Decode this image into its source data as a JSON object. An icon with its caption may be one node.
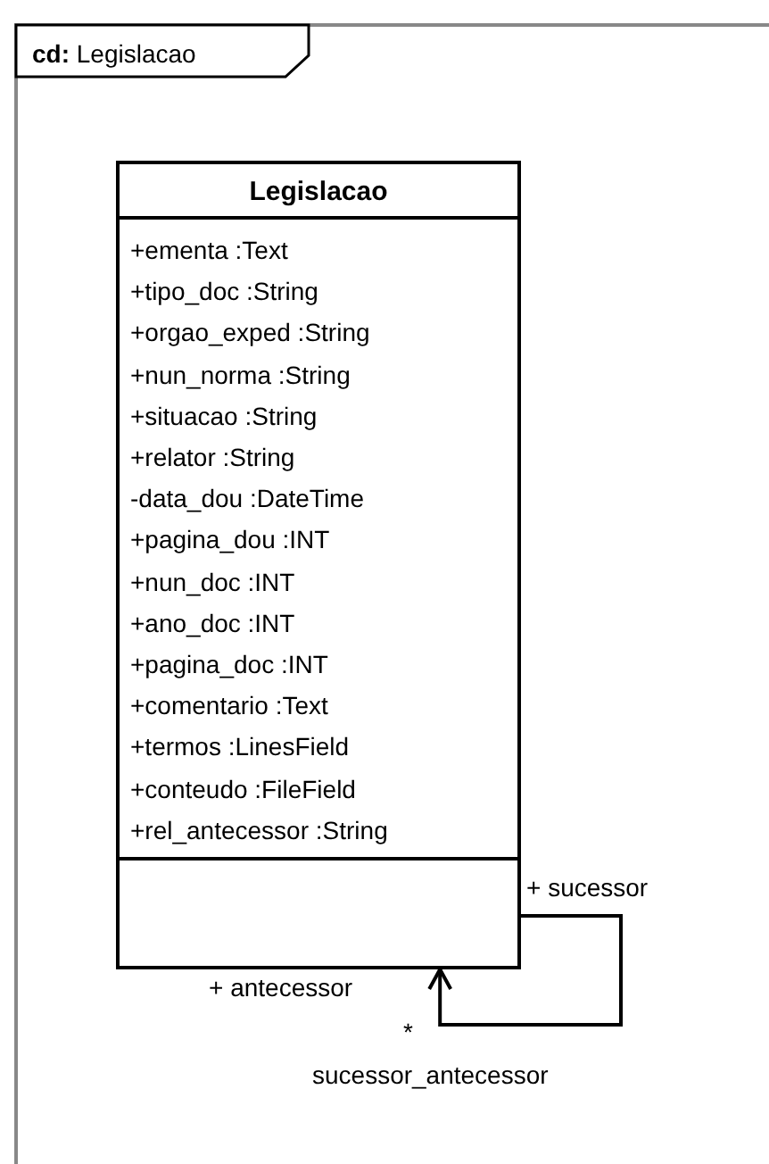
{
  "diagram": {
    "nodes": [
      {
        "text": [
          "**cd:** Legislacao"
        ]
      },
      {
        "text": [
          "Legislacao",
          "+ementa :Text",
          "+tipo_doc :String",
          "+orgao_exped :String",
          "+nun_norma :String",
          "+situacao :String",
          "+relator :String",
          "-data_dou :DateTime",
          "+pagina_dou :INT",
          "+nun_doc :INT",
          "+ano_doc :INT",
          "+pagina_doc :INT",
          "+comentario :Text",
          "+termos :LinesField",
          "+conteudo :FileField",
          "+rel_antecessor :String"
        ],
        "in": 0
      }
    ],
    "edges": [
      {
        "from": 1,
        "to": 1,
        "arrow": "to",
        "label": "sucessor_antecessor"
      }
    ],
    "labels": [
      "+ sucessor",
      "+ antecessor",
      "*"
    ]
  }
}
